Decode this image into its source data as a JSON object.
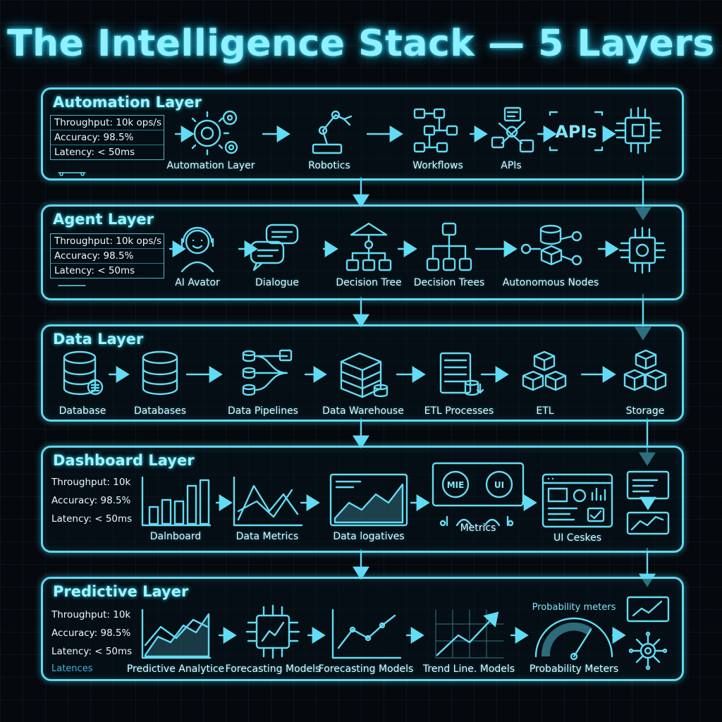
{
  "title": "The Intelligence Stack — 5 Layers",
  "colors": {
    "accent": "#5fd8f0",
    "background": "#05080c",
    "title": "#8ff0ff"
  },
  "layers": [
    {
      "name": "Automation Layer",
      "metrics": [
        "Throughput: 10k ops/s",
        "Accuracy: 98.5%",
        "Latency: < 50ms"
      ],
      "nodes": [
        {
          "label": "Automation Layer",
          "icon": "gears-icon"
        },
        {
          "label": "Robotics",
          "icon": "robot-arm-icon"
        },
        {
          "label": "Workflows",
          "icon": "workflow-icon"
        },
        {
          "label": "APIs",
          "icon": "api-icon"
        },
        {
          "label": "",
          "icon": "chip-icon"
        }
      ],
      "badge": "APIs"
    },
    {
      "name": "Agent Layer",
      "metrics": [
        "Throughput: 10k ops/s",
        "Accuracy: 98.5%",
        "Latency: < 50ms"
      ],
      "nodes": [
        {
          "label": "AI Avator",
          "icon": "ai-avatar-icon"
        },
        {
          "label": "Dialogue",
          "icon": "dialogue-icon"
        },
        {
          "label": "Decision Tree",
          "icon": "decision-tree-icon"
        },
        {
          "label": "Decision Trees",
          "icon": "decision-trees-icon"
        },
        {
          "label": "Autonomous Nodes",
          "icon": "autonomous-nodes-icon"
        },
        {
          "label": "",
          "icon": "chip-icon"
        }
      ]
    },
    {
      "name": "Data Layer",
      "metrics": [],
      "nodes": [
        {
          "label": "Database",
          "icon": "database-icon"
        },
        {
          "label": "Databases",
          "icon": "databases-icon"
        },
        {
          "label": "Data Pipelines",
          "icon": "pipelines-icon"
        },
        {
          "label": "Data Warehouse",
          "icon": "warehouse-icon"
        },
        {
          "label": "ETL Processes",
          "icon": "etl-server-icon"
        },
        {
          "label": "ETL",
          "icon": "cubes-icon"
        },
        {
          "label": "Storage",
          "icon": "storage-cubes-icon"
        }
      ]
    },
    {
      "name": "Dashboard Layer",
      "metrics": [
        "Throughput: 10k",
        "Accuracy: 98.5%",
        "Latency: < 50ms"
      ],
      "nodes": [
        {
          "label": "Dalnboard",
          "icon": "bar-chart-icon"
        },
        {
          "label": "Data Metrics",
          "icon": "line-chart-icon"
        },
        {
          "label": "Data logatives",
          "icon": "area-chart-icon"
        },
        {
          "label": "Metrics",
          "icon": "gauges-icon"
        },
        {
          "label": "UI Ceskes",
          "icon": "ui-window-icon"
        },
        {
          "label": "",
          "icon": "report-icon"
        }
      ],
      "gauge_texts": [
        "MIE",
        "UI"
      ]
    },
    {
      "name": "Predictive Layer",
      "metrics": [
        "Throughput: 10k",
        "Accuracy: 98.5%",
        "Latency: < 50ms"
      ],
      "extra_note": "Latences",
      "nodes": [
        {
          "label": "Predictive Analytice",
          "icon": "analytics-chart-icon"
        },
        {
          "label": "Forecasting Models",
          "icon": "forecast-chip-icon"
        },
        {
          "label": "Forecasting Models",
          "icon": "forecast-line-icon"
        },
        {
          "label": "Trend Line. Models",
          "icon": "trend-line-icon"
        },
        {
          "label": "Probability Meters",
          "icon": "speedometer-icon"
        },
        {
          "label": "",
          "icon": "network-hub-icon"
        }
      ],
      "meter_text": "Probability meters"
    }
  ]
}
